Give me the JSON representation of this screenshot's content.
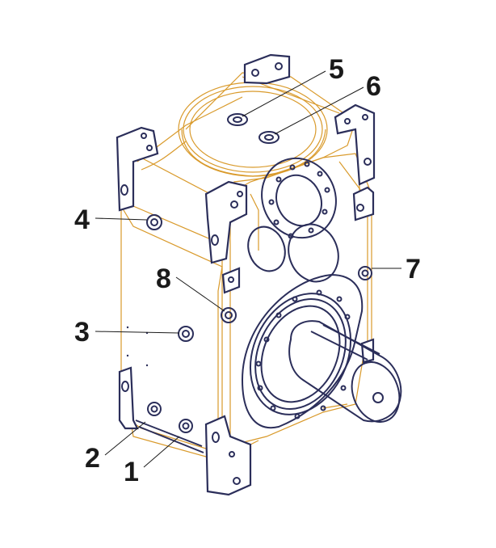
{
  "diagram": {
    "subject": "gearbox-housing",
    "colors": {
      "housing_edges": "#d99a2b",
      "components": "#2b2e5a",
      "labels": "#1a1a1a",
      "background": "#ffffff"
    },
    "callouts": [
      {
        "id": "c1",
        "text": "1"
      },
      {
        "id": "c2",
        "text": "2"
      },
      {
        "id": "c3",
        "text": "3"
      },
      {
        "id": "c4",
        "text": "4"
      },
      {
        "id": "c5",
        "text": "5"
      },
      {
        "id": "c6",
        "text": "6"
      },
      {
        "id": "c7",
        "text": "7"
      },
      {
        "id": "c8",
        "text": "8"
      }
    ]
  }
}
